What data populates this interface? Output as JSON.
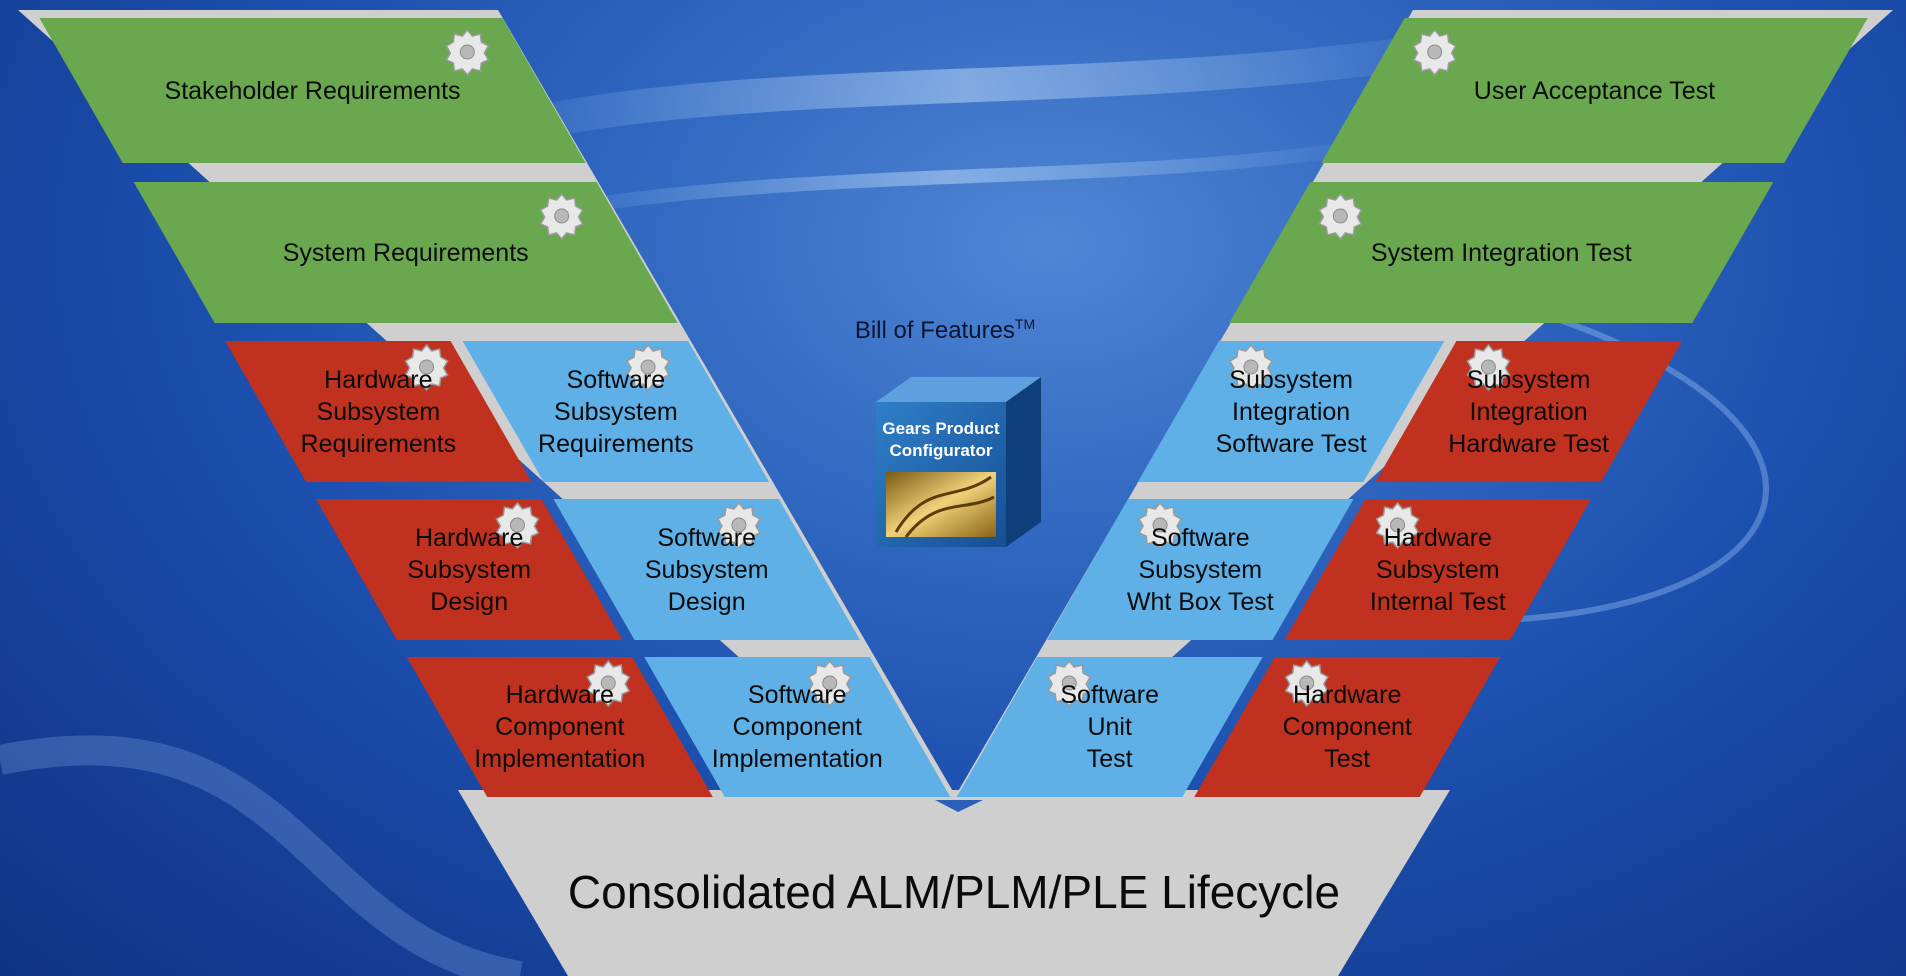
{
  "left_blocks": [
    {
      "id": "stakeholder-requirements",
      "text": "Stakeholder Requirements",
      "color": "green"
    },
    {
      "id": "system-requirements",
      "text": "System Requirements",
      "color": "green"
    },
    {
      "id": "hardware-subsystem-requirements",
      "text": "Hardware\nSubsystem\nRequirements",
      "color": "red"
    },
    {
      "id": "software-subsystem-requirements",
      "text": "Software\nSubsystem\nRequirements",
      "color": "blue"
    },
    {
      "id": "hardware-subsystem-design",
      "text": "Hardware\nSubsystem\nDesign",
      "color": "red"
    },
    {
      "id": "software-subsystem-design",
      "text": "Software\nSubsystem\nDesign",
      "color": "blue"
    },
    {
      "id": "hardware-component-implementation",
      "text": "Hardware\nComponent\nImplementation",
      "color": "red"
    },
    {
      "id": "software-component-implementation",
      "text": "Software\nComponent\nImplementation",
      "color": "blue"
    }
  ],
  "right_blocks": [
    {
      "id": "user-acceptance-test",
      "text": "User Acceptance Test",
      "color": "green"
    },
    {
      "id": "system-integration-test",
      "text": "System Integration Test",
      "color": "green"
    },
    {
      "id": "subsystem-integration-software-test",
      "text": "Subsystem\nIntegration\nSoftware Test",
      "color": "blue"
    },
    {
      "id": "subsystem-integration-hardware-test",
      "text": "Subsystem\nIntegration\nHardware Test",
      "color": "red"
    },
    {
      "id": "software-subsystem-wht-box-test",
      "text": "Software\nSubsystem\nWht Box Test",
      "color": "blue"
    },
    {
      "id": "hardware-subsystem-internal-test",
      "text": "Hardware\nSubsystem\nInternal Test",
      "color": "red"
    },
    {
      "id": "software-unit-test",
      "text": "Software\nUnit\nTest",
      "color": "blue"
    },
    {
      "id": "hardware-component-test",
      "text": "Hardware\nComponent\nTest",
      "color": "red"
    }
  ],
  "base_label": "Consolidated ALM/PLM/PLE Lifecycle",
  "center": {
    "bill_of_features": "Bill of Features",
    "trademark": "TM",
    "product_box_lines": [
      "Gears Product",
      "Configurator"
    ]
  },
  "colors": {
    "green": "#6aa84f",
    "red": "#c0311f",
    "blue": "#5fb0e6",
    "v_frame": "#cfcfcf",
    "gear": "#e6e6e6"
  },
  "icons": [
    "gear-icon"
  ]
}
